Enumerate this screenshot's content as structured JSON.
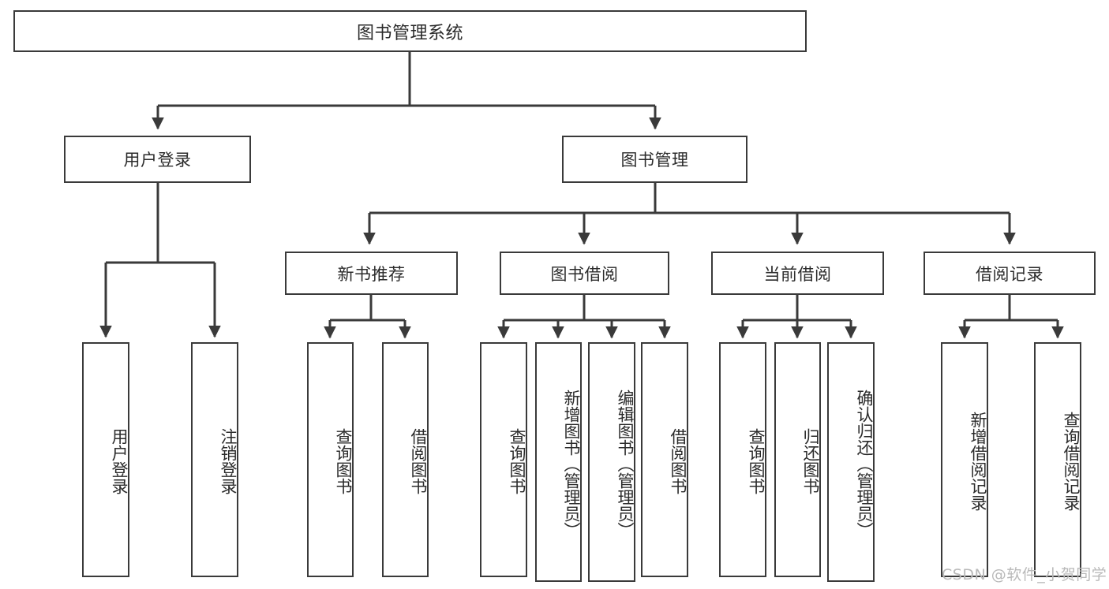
{
  "diagram": {
    "type": "tree",
    "root": {
      "label": "图书管理系统"
    },
    "level1": [
      {
        "label": "用户登录"
      },
      {
        "label": "图书管理"
      }
    ],
    "level2": [
      {
        "label": "新书推荐"
      },
      {
        "label": "图书借阅"
      },
      {
        "label": "当前借阅"
      },
      {
        "label": "借阅记录"
      }
    ],
    "leaves": {
      "user_login": [
        {
          "label": "用户登录"
        },
        {
          "label": "注销登录"
        }
      ],
      "new_book_recommend": [
        {
          "label": "查询图书"
        },
        {
          "label": "借阅图书"
        }
      ],
      "book_borrow": [
        {
          "label": "查询图书"
        },
        {
          "label": "新增图书（管理员）"
        },
        {
          "label": "编辑图书（管理员）"
        },
        {
          "label": "借阅图书"
        }
      ],
      "current_borrow": [
        {
          "label": "查询图书"
        },
        {
          "label": "归还图书"
        },
        {
          "label": "确认归还（管理员）"
        }
      ],
      "borrow_record": [
        {
          "label": "新增借阅记录"
        },
        {
          "label": "查询借阅记录"
        }
      ]
    }
  },
  "watermark": {
    "text": "CSDN @软件_小贺同学"
  },
  "colors": {
    "stroke": "#3a3a3a",
    "text": "#2b2b2b",
    "background": "#ffffff",
    "watermark": "#b9b9b9"
  }
}
